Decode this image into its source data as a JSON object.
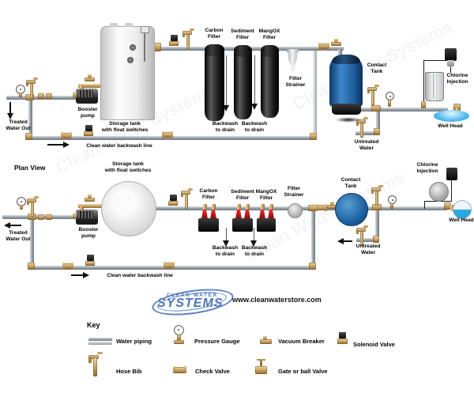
{
  "watermark": "Clean Water Systems",
  "labels": {
    "treated_water_out": "Treated\nWater Out",
    "booster_pump": "Booster\npump",
    "storage_tank": "Storage tank\nwith float switches",
    "clean_water_backwash_line": "Clean water backwash line",
    "carbon_filter": "Carbon\nFilter",
    "sediment_filter": "Sediment\nFilter",
    "mangox_filter": "MangOX\nFilter",
    "filter_strainer": "Filter\nStrainer",
    "backwash_to_drain": "Backwash\nto drain",
    "contact_tank": "Contact\nTank",
    "untreated_water": "Untreated\nWater",
    "chlorine_injection": "Chlorine\nInjection",
    "well_head": "Well Head"
  },
  "plan": {
    "title": "Plan View"
  },
  "logo": {
    "name_top": "CLEAN WATER",
    "name_main": "SYSTEMS",
    "url": "www.cleanwaterstore.com"
  },
  "key": {
    "title": "Key",
    "items": [
      {
        "icon": "water-piping",
        "label": "Water piping"
      },
      {
        "icon": "pressure-gauge",
        "label": "Pressure Gauge"
      },
      {
        "icon": "vacuum-breaker",
        "label": "Vacuum Breaker"
      },
      {
        "icon": "solenoid-valve",
        "label": "Solenoid Valve"
      },
      {
        "icon": "hose-bib",
        "label": "Hose Bib"
      },
      {
        "icon": "check-valve",
        "label": "Check Valve"
      },
      {
        "icon": "gate-or-ball-valve",
        "label": "Gate or ball Valve"
      }
    ]
  },
  "colors": {
    "pipe_gray": "#939ca3",
    "brass": "#c69c5a",
    "filter_black": "#1b1b1b",
    "storage_tank_gray": "#e6e6e6",
    "contact_tank_blue": "#2566ab",
    "well_head_blue": "#45b2ec",
    "valve_red": "#c41515",
    "logo_blue": "#4a74b8"
  }
}
